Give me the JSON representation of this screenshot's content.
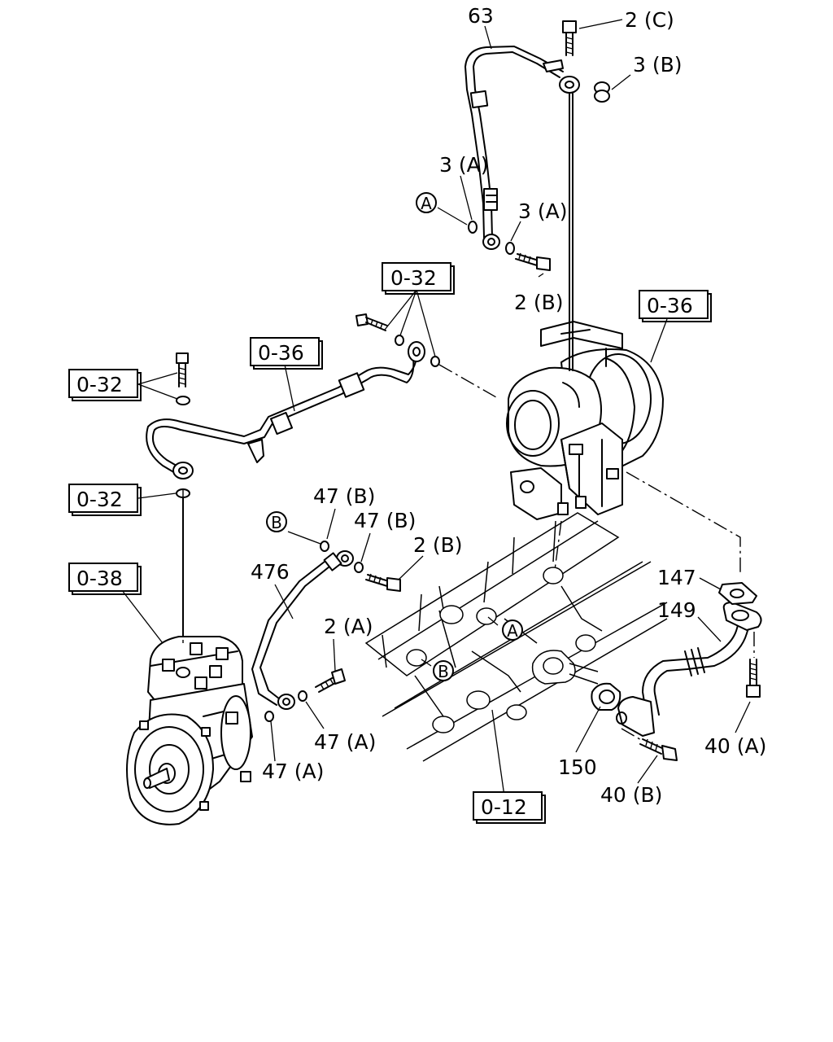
{
  "callouts": {
    "p63": "63",
    "p2c": "2 (C)",
    "p3b": "3 (B)",
    "p3a_1": "3 (A)",
    "p3a_2": "3 (A)",
    "p2b_top": "2 (B)",
    "p47b_1": "47 (B)",
    "p47b_2": "47 (B)",
    "p2b_mid": "2 (B)",
    "p476": "476",
    "p2a": "2 (A)",
    "p47a_right": "47 (A)",
    "p47a_left": "47 (A)",
    "p147": "147",
    "p149": "149",
    "p150": "150",
    "p40a": "40 (A)",
    "p40b": "40 (B)"
  },
  "refs": {
    "r032_top": "0-32",
    "r036_right": "0-36",
    "r036_left": "0-36",
    "r032_left_top": "0-32",
    "r032_left_mid": "0-32",
    "r038": "0-38",
    "r012": "0-12"
  },
  "markers": {
    "a_outer": "A",
    "a_inner": "A",
    "b_outer": "B",
    "b_inner": "B"
  }
}
